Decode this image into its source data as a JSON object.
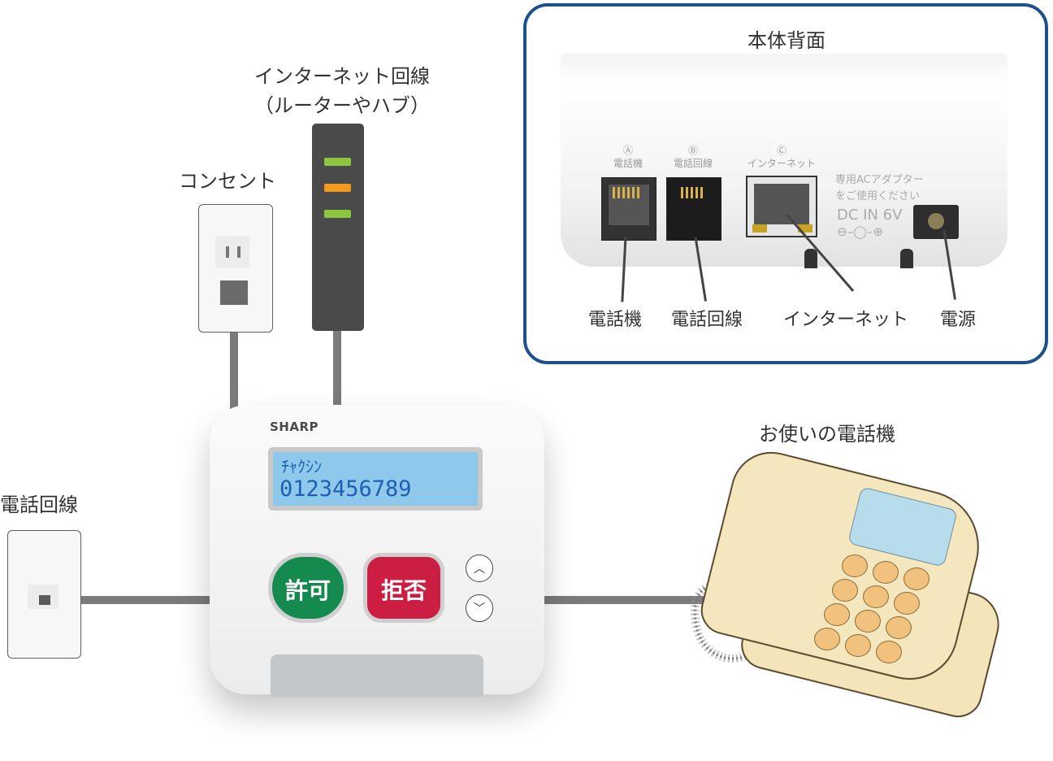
{
  "labels": {
    "internet_line": "インターネット回線",
    "internet_line_sub": "（ルーターやハブ）",
    "outlet": "コンセント",
    "phone_line_left": "電話回線",
    "your_phone": "お使いの電話機"
  },
  "back_panel": {
    "title": "本体背面",
    "port_a_mark": "Ⓐ",
    "port_a_name": "電話機",
    "port_b_mark": "Ⓑ",
    "port_b_name": "電話回線",
    "port_c_mark": "Ⓒ",
    "port_c_name": "インターネット",
    "dc_note_1": "専用ACアダプター",
    "dc_note_2": "をご使用ください",
    "dc_rating": "DC IN 6V",
    "dc_polarity": "⊖–◯–⊕",
    "callouts": [
      "電話機",
      "電話回線",
      "インターネット",
      "電源"
    ]
  },
  "device": {
    "brand": "SHARP",
    "lcd_line1": "ﾁｬｸｼﾝ",
    "lcd_line2": "0123456789",
    "allow_label": "許可",
    "deny_label": "拒否",
    "up_arrow": "︿",
    "down_arrow": "﹀"
  },
  "colors": {
    "frame_blue": "#1e4f8f",
    "allow_green": "#148a4f",
    "deny_red": "#cc1e43",
    "lcd_blue": "#8ec8ea",
    "led_green": "#8cc63f",
    "led_orange": "#f39a1e"
  }
}
